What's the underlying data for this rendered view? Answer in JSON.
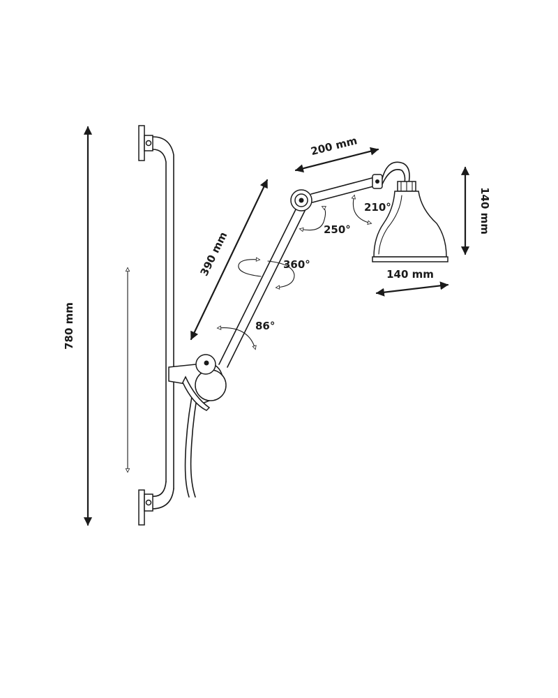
{
  "dimensions": {
    "total_height": "780 mm",
    "arm_lower": "390 mm",
    "arm_upper": "200 mm",
    "shade_height": "140 mm",
    "shade_width": "140 mm"
  },
  "rotations": {
    "base_tilt": "86°",
    "arm_swivel": "360°",
    "elbow": "250°",
    "shade_pivot": "210°"
  }
}
